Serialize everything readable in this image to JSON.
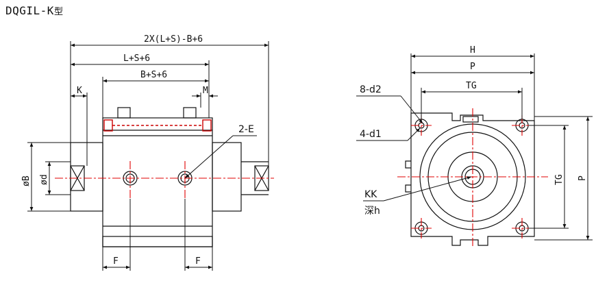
{
  "title": {
    "model": "DQGIL-K",
    "suffix": "型"
  },
  "front_view": {
    "total_length": "2X(L+S)-B+6",
    "ls": "L+S+6",
    "bs": "B+S+6",
    "k": "K",
    "m": "M",
    "e": "2-E",
    "ob": "øB",
    "od": "ød",
    "f_left": "F",
    "f_right": "F"
  },
  "side_view": {
    "h": "H",
    "p_top": "P",
    "tg_top": "TG",
    "d2": "8-d2",
    "d1": "4-d1",
    "kk": "KK",
    "depth": "深h",
    "tg_side": "TG",
    "p_side": "P"
  },
  "colors": {
    "line": "#111111",
    "center": "#e00000",
    "hatch": "#cc0000"
  }
}
